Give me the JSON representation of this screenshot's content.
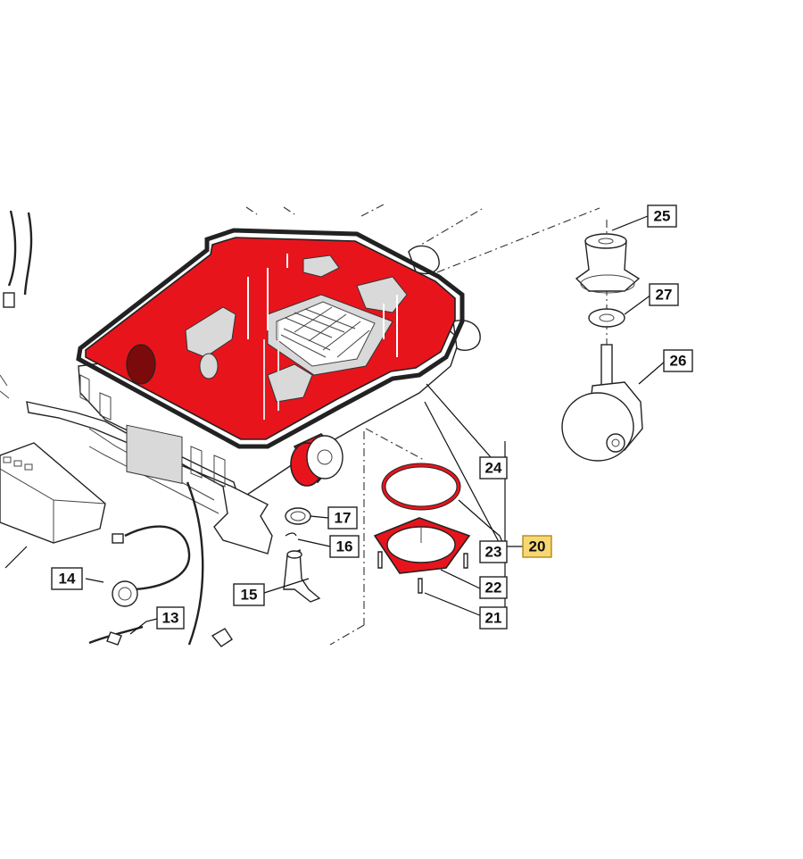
{
  "diagram": {
    "colors": {
      "highlight": "#f7d774",
      "accent_red": "#e8141c",
      "outline": "#222222"
    },
    "callouts": [
      {
        "id": "c13",
        "label": "13"
      },
      {
        "id": "c14",
        "label": "14"
      },
      {
        "id": "c15",
        "label": "15"
      },
      {
        "id": "c16",
        "label": "16"
      },
      {
        "id": "c17",
        "label": "17"
      },
      {
        "id": "c20",
        "label": "20",
        "highlighted": true
      },
      {
        "id": "c21",
        "label": "21"
      },
      {
        "id": "c22",
        "label": "22"
      },
      {
        "id": "c23",
        "label": "23"
      },
      {
        "id": "c24",
        "label": "24"
      },
      {
        "id": "c25",
        "label": "25"
      },
      {
        "id": "c26",
        "label": "26"
      },
      {
        "id": "c27",
        "label": "27"
      }
    ]
  }
}
